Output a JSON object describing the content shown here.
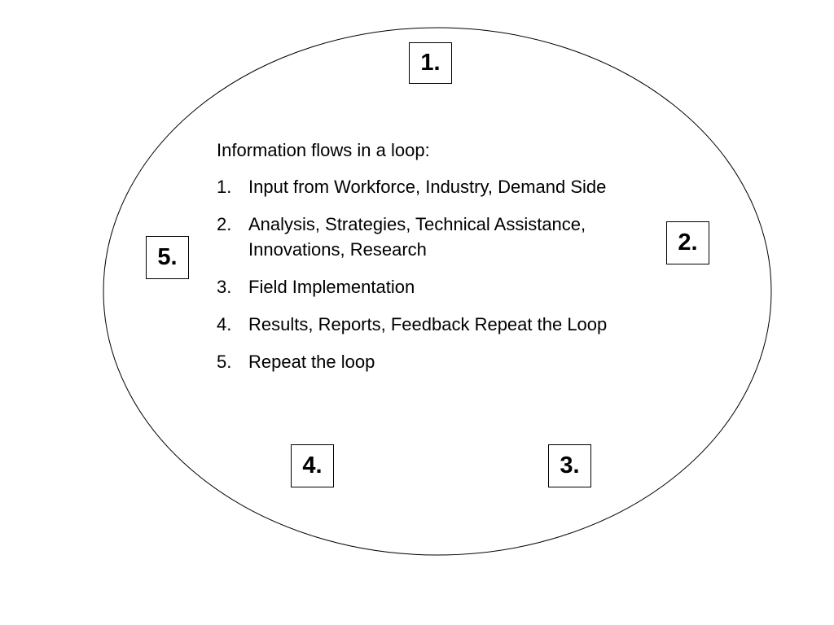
{
  "diagram": {
    "heading": "Information flows in a loop:",
    "items": [
      {
        "number": "1.",
        "text": "Input from Workforce, Industry, Demand Side"
      },
      {
        "number": "2.",
        "text": "Analysis, Strategies, Technical Assistance, Innovations, Research"
      },
      {
        "number": "3.",
        "text": "Field Implementation"
      },
      {
        "number": "4.",
        "text": "Results, Reports, Feedback Repeat the Loop"
      },
      {
        "number": "5.",
        "text": "Repeat the loop"
      }
    ],
    "boxes": {
      "b1": "1.",
      "b2": "2.",
      "b3": "3.",
      "b4": "4.",
      "b5": "5."
    }
  }
}
